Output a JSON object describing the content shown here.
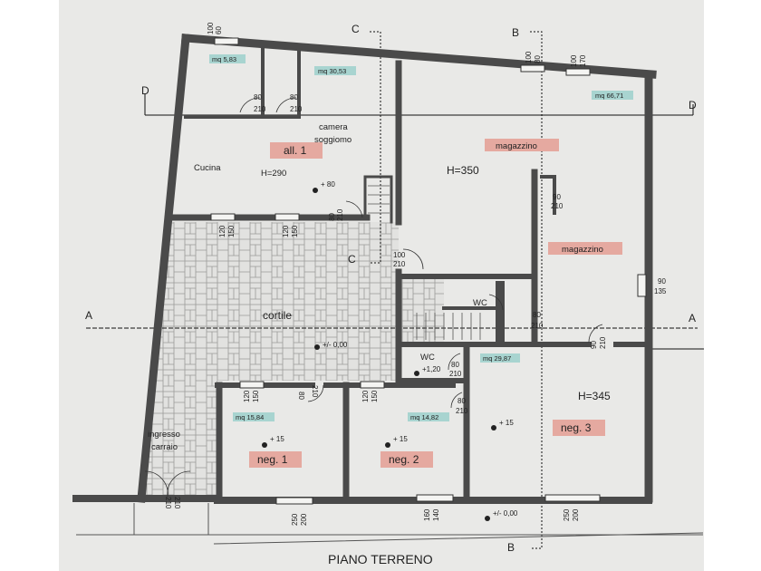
{
  "title": "PIANO TERRENO",
  "colors": {
    "paper": "#e9e9e7",
    "wall": "#4a4a4a",
    "label_bg": "#e5a9a0",
    "area_bg": "#a8d4d0"
  },
  "section_marks": {
    "a": "A",
    "b": "B",
    "c": "C",
    "d": "D"
  },
  "rooms": {
    "all1": "all. 1",
    "camera": "camera",
    "soggiorno": "soggiomo",
    "cucina": "Cucina",
    "h290": "H=290",
    "magazzino_top": "magazzino",
    "h350": "H=350",
    "magazzino_mid": "magazzino",
    "cortile": "cortile",
    "wc1": "WC",
    "wc2": "WC",
    "h345": "H=345",
    "neg1": "neg. 1",
    "neg2": "neg. 2",
    "neg3": "neg. 3",
    "ingresso": "ingresso",
    "carraio": "carraio"
  },
  "areas": {
    "a1": "mq 5,83",
    "a2": "mq 30,53",
    "a3": "mq 66,71",
    "a4": "mq 29,87",
    "a5": "mq 15,84",
    "a6": "mq 14,82"
  },
  "levels": {
    "l80": "+ 80",
    "l000a": "+/- 0,00",
    "l120": "+1,20",
    "l15a": "+ 15",
    "l15b": "+ 15",
    "l15c": "+ 15",
    "l000b": "+/- 0,00"
  },
  "dims": {
    "w100": "100",
    "w60": "60",
    "b100": "100",
    "b80": "80",
    "c100": "100",
    "c170": "170",
    "d1a": "80",
    "d1b": "210",
    "d2a": "80",
    "d2b": "210",
    "d3a": "80",
    "d3b": "210",
    "w120a": "120",
    "w150a": "150",
    "w120b": "120",
    "w150b": "150",
    "d4a": "100",
    "d4b": "210",
    "d5a": "90",
    "d5b": "210",
    "d6a": "90",
    "d6b": "135",
    "d7a": "80",
    "d7b": "210",
    "d8a": "90",
    "d8b": "210",
    "d9a": "80",
    "d9b": "210",
    "d10a": "80",
    "d10b": "210",
    "d11a": "80",
    "d11b": "210",
    "w120c": "120",
    "w150c": "150",
    "w120d": "120",
    "w150d": "150",
    "g210a": "210",
    "g210b": "210",
    "w250a": "250",
    "w200a": "200",
    "w160": "160",
    "w140": "140",
    "w250b": "250",
    "w200b": "200"
  }
}
